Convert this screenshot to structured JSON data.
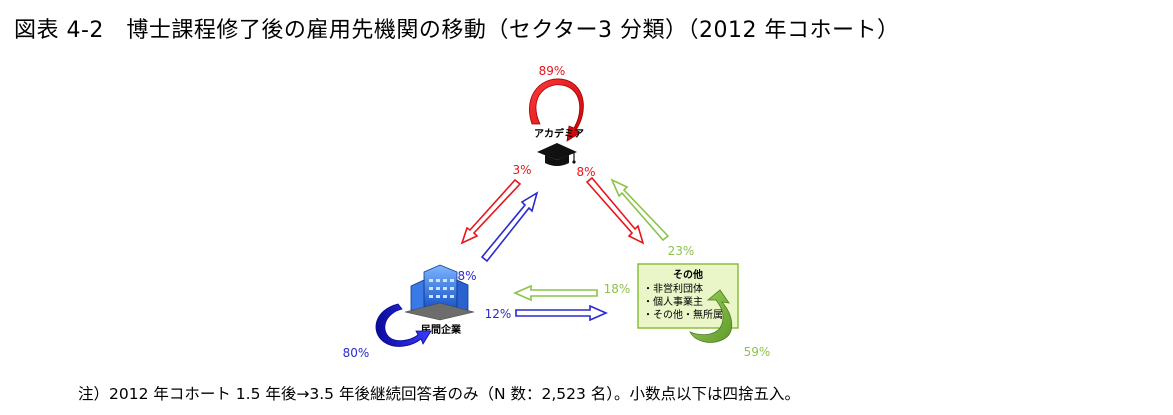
{
  "title": "図表 4-2　博士課程修了後の雇用先機関の移動（セクター3 分類）（2012 年コホート）",
  "note": "注）2012 年コホート 1.5 年後→3.5 年後継続回答者のみ（N 数：2,523 名）。小数点以下は四捨五入。",
  "nodes": {
    "academia": {
      "label": "アカデミア",
      "stay": "89%"
    },
    "private": {
      "label": "民間企業",
      "stay": "80%"
    },
    "other": {
      "label": "その他",
      "items": [
        "・非営利団体",
        "・個人事業主",
        "・その他・無所属"
      ],
      "stay": "59%"
    }
  },
  "flows": {
    "academia_to_private": "3%",
    "private_to_academia": "8%",
    "academia_to_other": "8%",
    "other_to_academia": "23%",
    "other_to_private": "18%",
    "private_to_other": "12%"
  },
  "colors": {
    "academia": "#e8151b",
    "private": "#2a2ad0",
    "other": "#8cc34a",
    "other_box_border": "#8bbf3a",
    "other_box_fill": "#eaf6c8"
  }
}
